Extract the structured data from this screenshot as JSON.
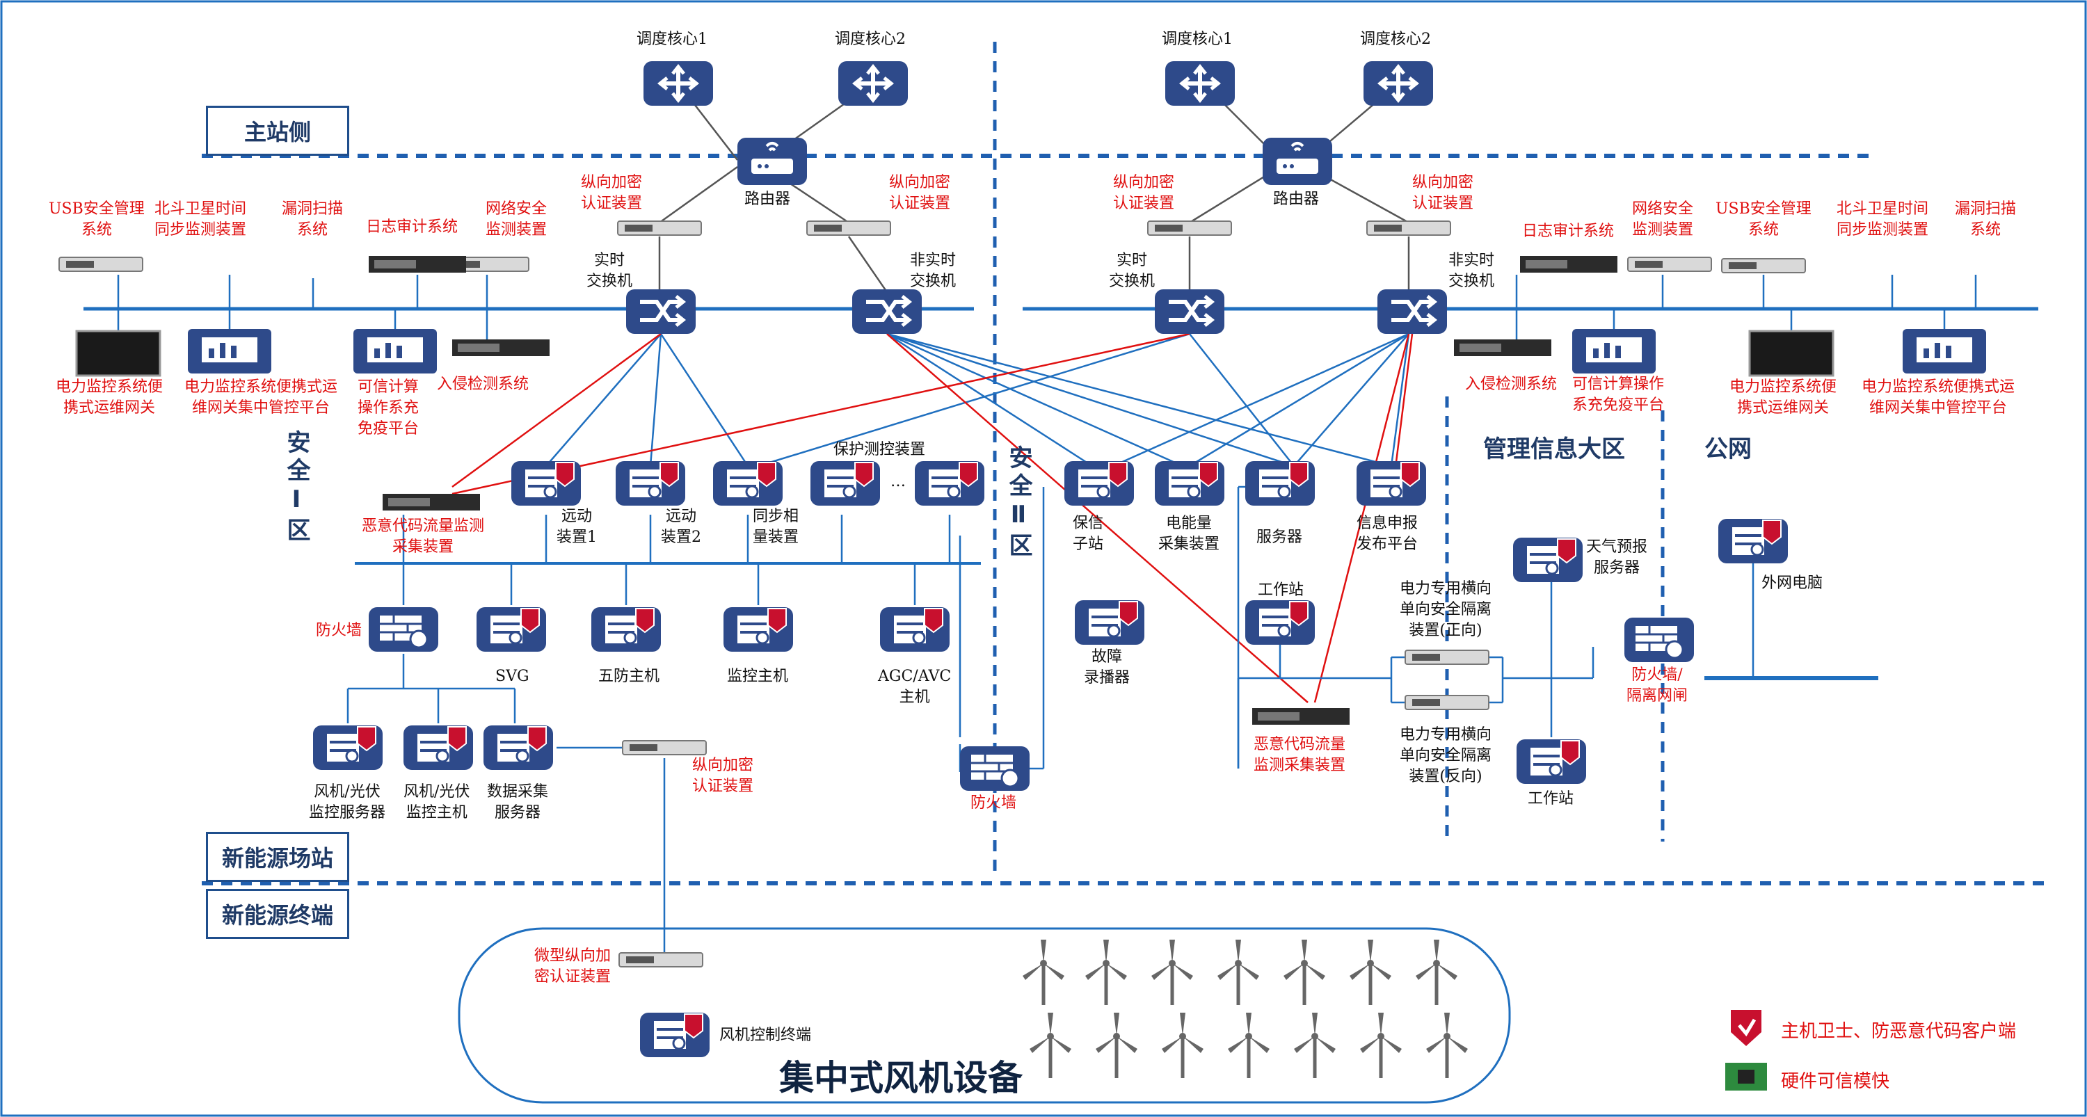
{
  "zones": {
    "main_station": "主站侧",
    "new_energy_station": "新能源场站",
    "new_energy_terminal": "新能源终端",
    "safety_zone_1": "安全Ⅰ区",
    "safety_zone_2": "安全Ⅱ区",
    "mgmt_zone": "管理信息大区",
    "public_net": "公网",
    "centralized": "集中式风机设备"
  },
  "left": {
    "core1": "调度核心1",
    "core2": "调度核心2",
    "router": "路由器",
    "enc_left": "纵向加密\n认证装置",
    "enc_right": "纵向加密\n认证装置",
    "switch_rt": "实时\n交换机",
    "switch_nrt": "非实时\n交换机",
    "usb": "USB安全管理\n系统",
    "beidou": "北斗卫星时间\n同步监测装置",
    "vuln": "漏洞扫描\n系统",
    "log_audit": "日志审计系统",
    "net_monitor": "网络安全\n监测装置",
    "portable_gw": "电力监控系统便\n携式运维网关",
    "portable_platform": "电力监控系统便携式运\n维网关集中管控平台",
    "trusted": "可信计算\n操作系充\n免疫平台",
    "ids": "入侵检测系统",
    "malware": "恶意代码流量监测\n采集装置",
    "rtu1": "远动\n装置1",
    "rtu2": "远动\n装置2",
    "pmu": "同步相\n量装置",
    "protection": "保护测控装置",
    "ellipsis": "…",
    "firewall": "防火墙",
    "svg": "SVG",
    "five_def": "五防主机",
    "monitor_host": "监控主机",
    "agc": "AGC/AVC\n主机",
    "wind_server": "风机/光伏\n监控服务器",
    "wind_host": "风机/光伏\n监控主机",
    "data_server": "数据采集\n服务器",
    "enc_station": "纵向加密\n认证装置"
  },
  "right": {
    "core1": "调度核心1",
    "core2": "调度核心2",
    "router": "路由器",
    "enc_left": "纵向加密\n认证装置",
    "enc_right": "纵向加密\n认证装置",
    "switch_rt": "实时\n交换机",
    "switch_nrt": "非实时\n交换机",
    "log_audit": "日志审计系统",
    "net_monitor": "网络安全\n监测装置",
    "usb": "USB安全管理\n系统",
    "beidou": "北斗卫星时间\n同步监测装置",
    "vuln": "漏洞扫描\n系统",
    "ids": "入侵检测系统",
    "trusted": "可信计算操作\n系充免疫平台",
    "portable_gw": "电力监控系统便\n携式运维网关",
    "portable_platform": "电力监控系统便携式运\n维网关集中管控平台",
    "substation": "保信\n子站",
    "energy": "电能量\n采集装置",
    "server": "服务器",
    "info_pub": "信息申报\n发布平台",
    "fault_rec": "故障\n录播器",
    "workstation": "工作站",
    "firewall2": "防火墙",
    "malware2": "恶意代码流量\n监测采集装置",
    "iso_fwd": "电力专用横向\n单向安全隔离\n装置(正向)",
    "iso_rev": "电力专用横向\n单向安全隔离\n装置(反向)",
    "weather": "天气预报\n服务器",
    "workstation2": "工作站",
    "fw_gate": "防火墙/\n隔离网闸",
    "ext_pc": "外网电脑"
  },
  "terminal": {
    "micro_enc": "微型纵向加\n密认证装置",
    "wind_ctrl": "风机控制终端"
  },
  "legend": {
    "host_guard": "主机卫士、防恶意代码客户端",
    "hw_module": "硬件可信模快"
  },
  "colors": {
    "line_blue": "#1f6fbf",
    "line_red": "#e01010",
    "icon_bg": "#2e4a8a",
    "dash_blue": "#1f5fb0"
  }
}
